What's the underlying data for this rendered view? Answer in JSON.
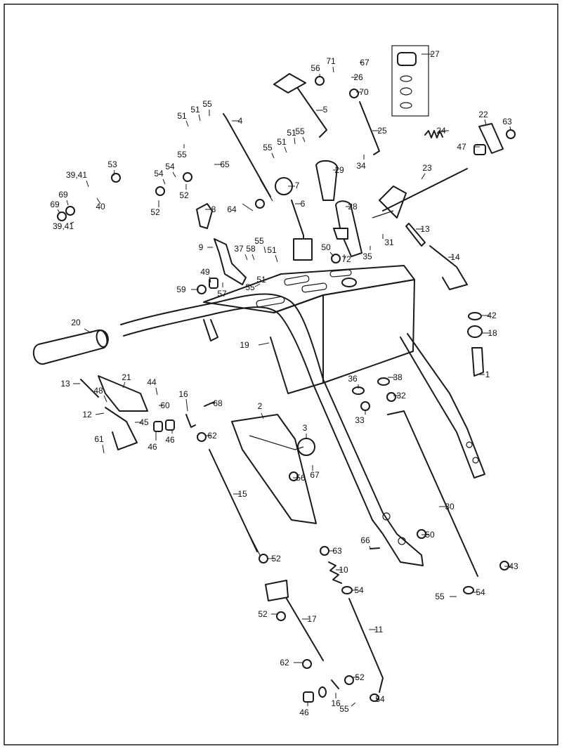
{
  "callouts": [
    {
      "id": "c1",
      "text": "1"
    },
    {
      "id": "c2",
      "text": "2"
    },
    {
      "id": "c3",
      "text": "3"
    },
    {
      "id": "c4",
      "text": "4"
    },
    {
      "id": "c5",
      "text": "5"
    },
    {
      "id": "c6",
      "text": "6"
    },
    {
      "id": "c7",
      "text": "7"
    },
    {
      "id": "c8",
      "text": "8"
    },
    {
      "id": "c9",
      "text": "9"
    },
    {
      "id": "c10",
      "text": "10"
    },
    {
      "id": "c11",
      "text": "11"
    },
    {
      "id": "c12",
      "text": "12"
    },
    {
      "id": "c13a",
      "text": "13"
    },
    {
      "id": "c13b",
      "text": "13"
    },
    {
      "id": "c14",
      "text": "14"
    },
    {
      "id": "c15",
      "text": "15"
    },
    {
      "id": "c16a",
      "text": "16"
    },
    {
      "id": "c16b",
      "text": "16"
    },
    {
      "id": "c17",
      "text": "17"
    },
    {
      "id": "c18",
      "text": "18"
    },
    {
      "id": "c19",
      "text": "19"
    },
    {
      "id": "c20",
      "text": "20"
    },
    {
      "id": "c21",
      "text": "21"
    },
    {
      "id": "c22",
      "text": "22"
    },
    {
      "id": "c23",
      "text": "23"
    },
    {
      "id": "c24",
      "text": "24"
    },
    {
      "id": "c25",
      "text": "25"
    },
    {
      "id": "c26",
      "text": "26"
    },
    {
      "id": "c27",
      "text": "27"
    },
    {
      "id": "c28",
      "text": "28"
    },
    {
      "id": "c29",
      "text": "29"
    },
    {
      "id": "c30",
      "text": "30"
    },
    {
      "id": "c31",
      "text": "31"
    },
    {
      "id": "c32",
      "text": "32"
    },
    {
      "id": "c33",
      "text": "33"
    },
    {
      "id": "c34",
      "text": "34"
    },
    {
      "id": "c35",
      "text": "35"
    },
    {
      "id": "c36",
      "text": "36"
    },
    {
      "id": "c37",
      "text": "37"
    },
    {
      "id": "c38",
      "text": "38"
    },
    {
      "id": "c3941a",
      "text": "39,41"
    },
    {
      "id": "c3941b",
      "text": "39,41"
    },
    {
      "id": "c40",
      "text": "40"
    },
    {
      "id": "c42",
      "text": "42"
    },
    {
      "id": "c43",
      "text": "43"
    },
    {
      "id": "c44",
      "text": "44"
    },
    {
      "id": "c45",
      "text": "45"
    },
    {
      "id": "c46a",
      "text": "46"
    },
    {
      "id": "c46b",
      "text": "46"
    },
    {
      "id": "c46c",
      "text": "46"
    },
    {
      "id": "c47",
      "text": "47"
    },
    {
      "id": "c48",
      "text": "48"
    },
    {
      "id": "c49",
      "text": "49"
    },
    {
      "id": "c50a",
      "text": "50"
    },
    {
      "id": "c50b",
      "text": "50"
    },
    {
      "id": "c51a",
      "text": "51"
    },
    {
      "id": "c51b",
      "text": "51"
    },
    {
      "id": "c51c",
      "text": "51"
    },
    {
      "id": "c51d",
      "text": "51"
    },
    {
      "id": "c51e",
      "text": "51"
    },
    {
      "id": "c51f",
      "text": "51"
    },
    {
      "id": "c52a",
      "text": "52"
    },
    {
      "id": "c52b",
      "text": "52"
    },
    {
      "id": "c52c",
      "text": "52"
    },
    {
      "id": "c52d",
      "text": "52"
    },
    {
      "id": "c52e",
      "text": "52"
    },
    {
      "id": "c53",
      "text": "53"
    },
    {
      "id": "c54a",
      "text": "54"
    },
    {
      "id": "c54b",
      "text": "54"
    },
    {
      "id": "c54c",
      "text": "54"
    },
    {
      "id": "c54d",
      "text": "54"
    },
    {
      "id": "c54e",
      "text": "54"
    },
    {
      "id": "c55a",
      "text": "55"
    },
    {
      "id": "c55b",
      "text": "55"
    },
    {
      "id": "c55c",
      "text": "55"
    },
    {
      "id": "c55d",
      "text": "55"
    },
    {
      "id": "c55e",
      "text": "55"
    },
    {
      "id": "c55f",
      "text": "55"
    },
    {
      "id": "c55g",
      "text": "55"
    },
    {
      "id": "c55h",
      "text": "55"
    },
    {
      "id": "c56a",
      "text": "56"
    },
    {
      "id": "c56b",
      "text": "56"
    },
    {
      "id": "c57",
      "text": "57"
    },
    {
      "id": "c58",
      "text": "58"
    },
    {
      "id": "c59",
      "text": "59"
    },
    {
      "id": "c60",
      "text": "60"
    },
    {
      "id": "c61",
      "text": "61"
    },
    {
      "id": "c62a",
      "text": "62"
    },
    {
      "id": "c62b",
      "text": "62"
    },
    {
      "id": "c63a",
      "text": "63"
    },
    {
      "id": "c63b",
      "text": "63"
    },
    {
      "id": "c64",
      "text": "64"
    },
    {
      "id": "c65",
      "text": "65"
    },
    {
      "id": "c66",
      "text": "66"
    },
    {
      "id": "c67a",
      "text": "67"
    },
    {
      "id": "c67b",
      "text": "67"
    },
    {
      "id": "c68",
      "text": "68"
    },
    {
      "id": "c69a",
      "text": "69"
    },
    {
      "id": "c69b",
      "text": "69"
    },
    {
      "id": "c70",
      "text": "70"
    },
    {
      "id": "c71",
      "text": "71"
    },
    {
      "id": "c72",
      "text": "72"
    }
  ]
}
